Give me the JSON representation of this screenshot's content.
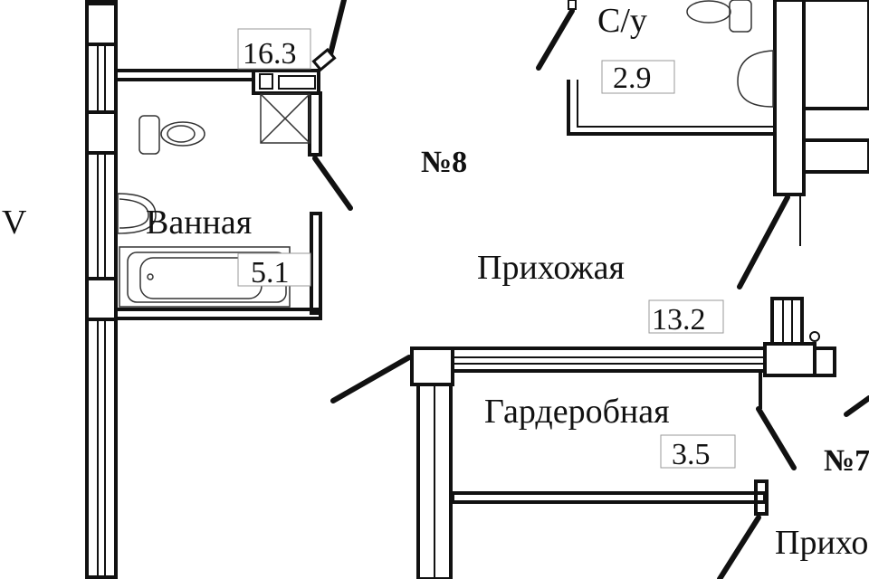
{
  "plan": {
    "apartment_number": "№8",
    "neighbor_apartment_number": "№7",
    "side_mark": "V",
    "rooms": [
      {
        "name": "",
        "area": "16.3"
      },
      {
        "name": "С/у",
        "area": "2.9"
      },
      {
        "name": "Ванная",
        "area": "5.1"
      },
      {
        "name": "Прихожая",
        "area": "13.2"
      },
      {
        "name": "Гардеробная",
        "area": "3.5"
      },
      {
        "name": "Прихо",
        "area": ""
      }
    ]
  }
}
